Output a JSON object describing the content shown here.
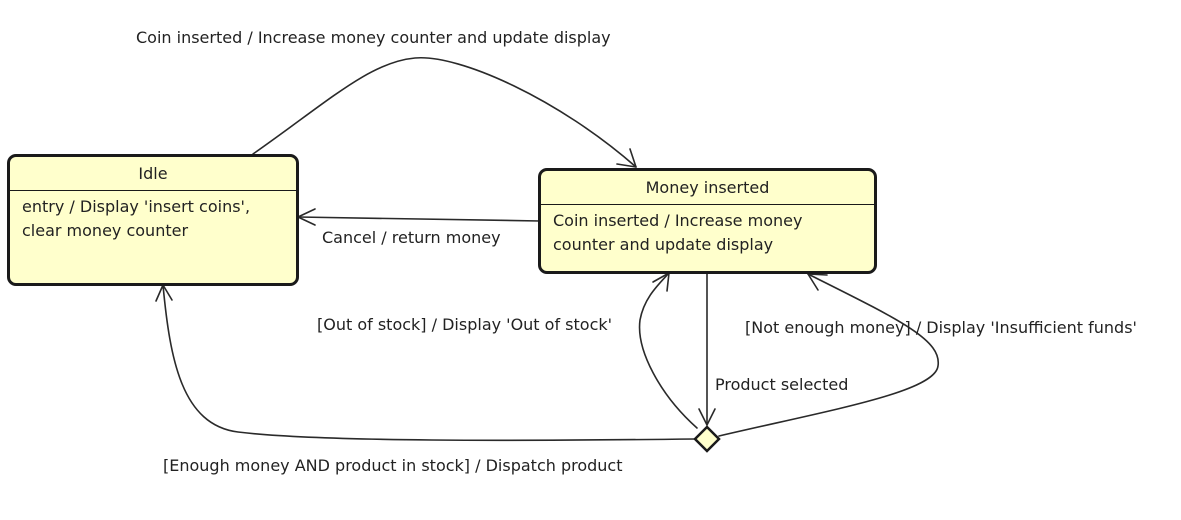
{
  "states": {
    "idle": {
      "title": "Idle",
      "lines": [
        "entry / Display 'insert coins',",
        "clear money counter"
      ]
    },
    "money_inserted": {
      "title": "Money inserted",
      "lines": [
        "Coin inserted / Increase money",
        "counter and update display"
      ]
    }
  },
  "transitions": {
    "coin_inserted": "Coin inserted / Increase money counter and update display",
    "cancel": "Cancel / return money",
    "out_of_stock": "[Out of stock] / Display 'Out of stock'",
    "not_enough_money": "[Not enough money] / Display 'Insufficient funds'",
    "product_selected": "Product selected",
    "dispatch": "[Enough money AND product in stock] / Dispatch product"
  },
  "colors": {
    "state_fill": "#ffffcc",
    "stroke": "#1a1a1a",
    "text": "#222222"
  }
}
